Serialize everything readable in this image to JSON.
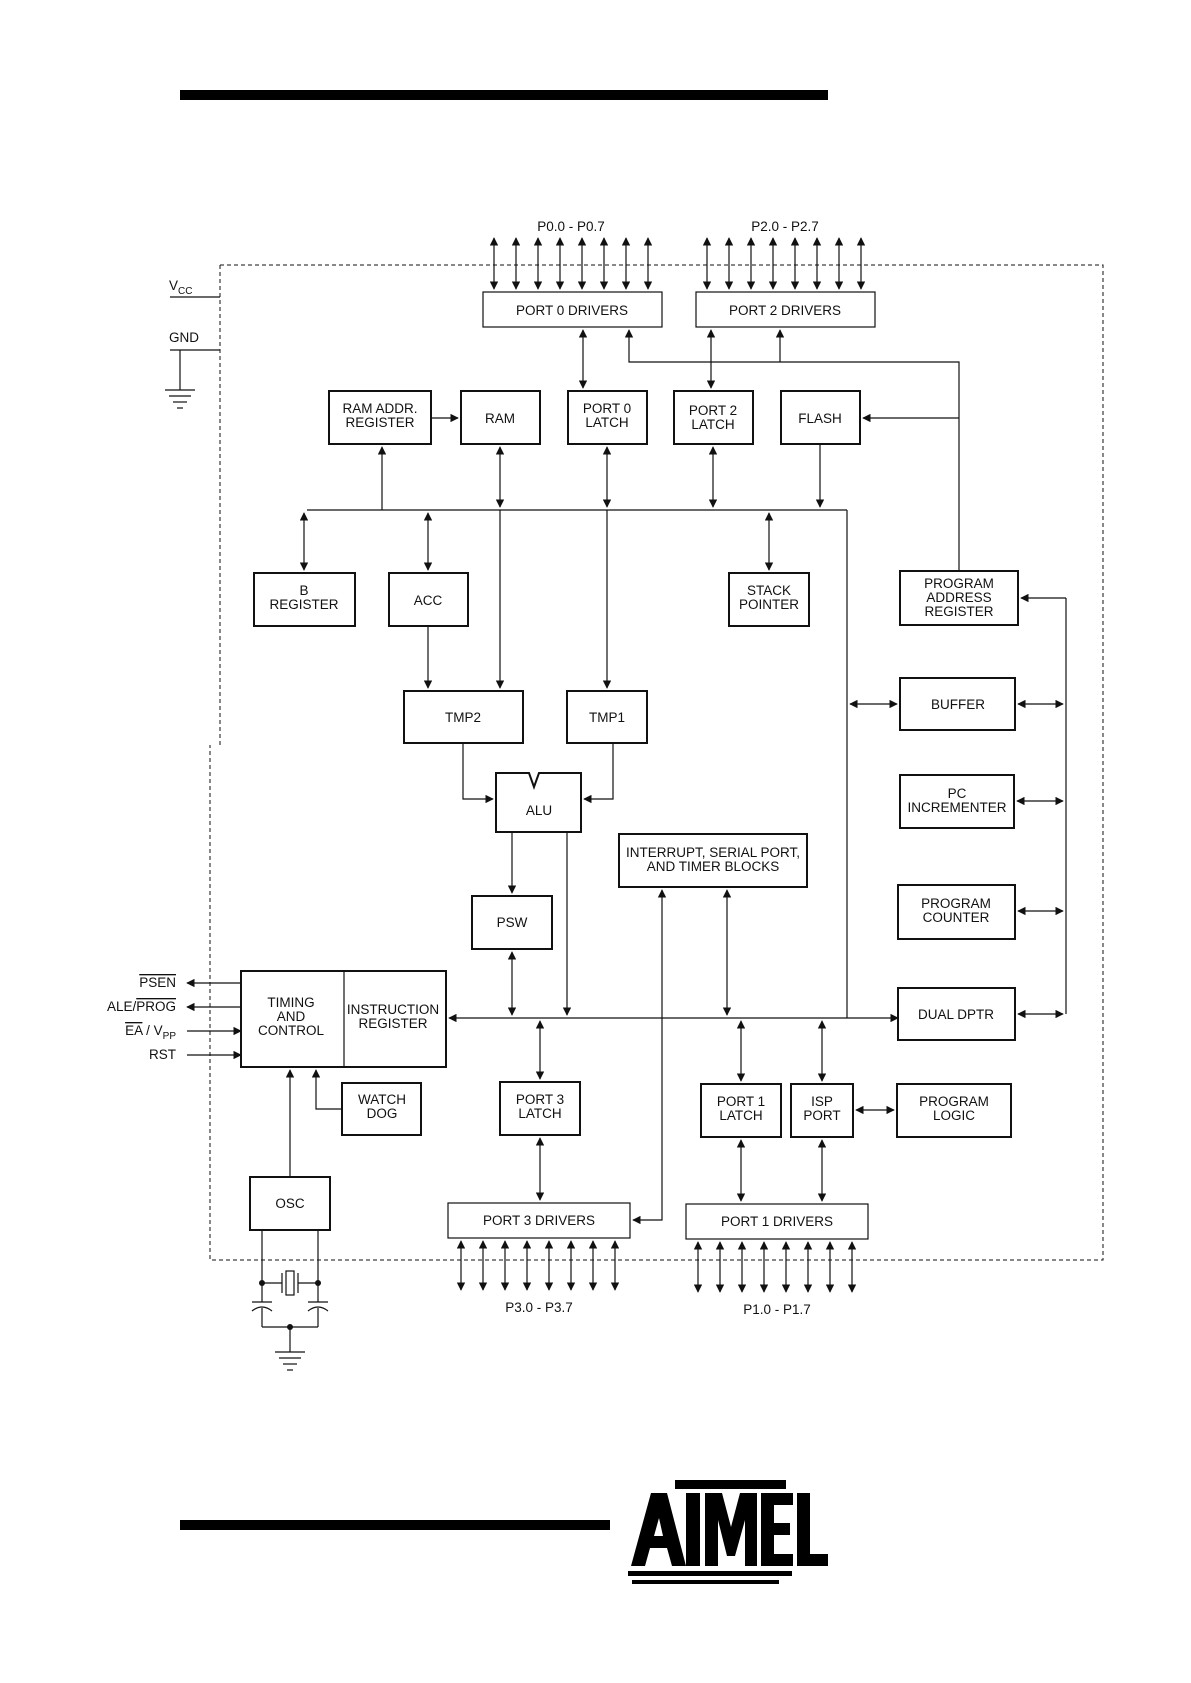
{
  "header": {
    "rule": "header-rule"
  },
  "diagram": {
    "pins": {
      "port0_range": "P0.0 - P0.7",
      "port2_range": "P2.0 - P2.7",
      "port3_range": "P3.0 - P3.7",
      "port1_range": "P1.0 - P1.7",
      "vcc_v": "V",
      "vcc_sub": "CC",
      "gnd": "GND",
      "psen": "PSEN",
      "ale": "ALE/",
      "prog": "PROG",
      "ea": "EA",
      "ea_sep": " / V",
      "vpp_sub": "PP",
      "rst": "RST"
    },
    "blocks": {
      "port0_drivers": "PORT 0  DRIVERS",
      "port2_drivers": "PORT 2  DRIVERS",
      "ram_addr_l1": "RAM  ADDR.",
      "ram_addr_l2": "REGISTER",
      "ram": "RAM",
      "port0_latch_l1": "PORT 0",
      "port0_latch_l2": "LATCH",
      "port2_latch_l1": "PORT 2",
      "port2_latch_l2": "LATCH",
      "flash": "FLASH",
      "b_reg_l1": "B",
      "b_reg_l2": "REGISTER",
      "acc": "ACC",
      "stack_l1": "STACK",
      "stack_l2": "POINTER",
      "pc_addr_l1": "PROGRAM",
      "pc_addr_l2": "ADDRESS",
      "pc_addr_l3": "REGISTER",
      "buffer": "BUFFER",
      "tmp2": "TMP2",
      "tmp1": "TMP1",
      "alu": "ALU",
      "pc_inc_l1": "PC",
      "pc_inc_l2": "INCREMENTER",
      "interrupt_l1": "INTERRUPT,  SERIAL  PORT,",
      "interrupt_l2": "AND  TIMER  BLOCKS",
      "psw": "PSW",
      "pc_l1": "PROGRAM",
      "pc_l2": "COUNTER",
      "timing_l1": "TIMING",
      "timing_l2": "AND",
      "timing_l3": "CONTROL",
      "instr_l1": "INSTRUCTION",
      "instr_l2": "REGISTER",
      "dptr": "DUAL DPTR",
      "watchdog_l1": "WATCH",
      "watchdog_l2": "DOG",
      "port3_latch_l1": "PORT  3",
      "port3_latch_l2": "LATCH",
      "port1_latch_l1": "PORT  1",
      "port1_latch_l2": "LATCH",
      "isp_l1": "ISP",
      "isp_l2": "PORT",
      "prog_logic_l1": "PROGRAM",
      "prog_logic_l2": "LOGIC",
      "osc": "OSC",
      "port3_drivers": "PORT  3  DRIVERS",
      "port1_drivers": "PORT  1  DRIVERS"
    }
  },
  "footer": {
    "logo_text": "ATMEL"
  },
  "colors": {
    "ink": "#111111",
    "rule": "#000000",
    "background": "#ffffff"
  }
}
